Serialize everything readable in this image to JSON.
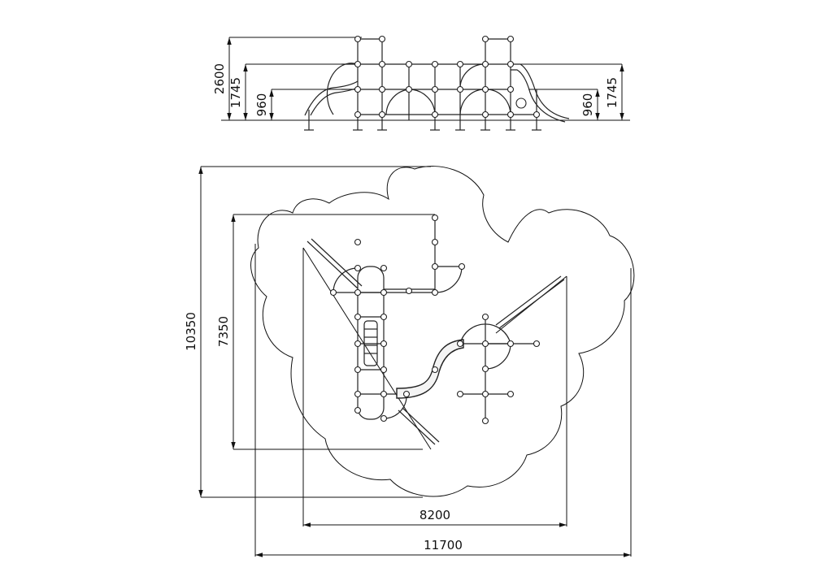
{
  "elevation_dimensions": {
    "left": [
      "2600",
      "1745",
      "960"
    ],
    "right": [
      "960",
      "1745"
    ]
  },
  "plan_dimensions": {
    "overall_height": "10350",
    "inner_height": "7350",
    "inner_width": "8200",
    "overall_width": "11700"
  }
}
